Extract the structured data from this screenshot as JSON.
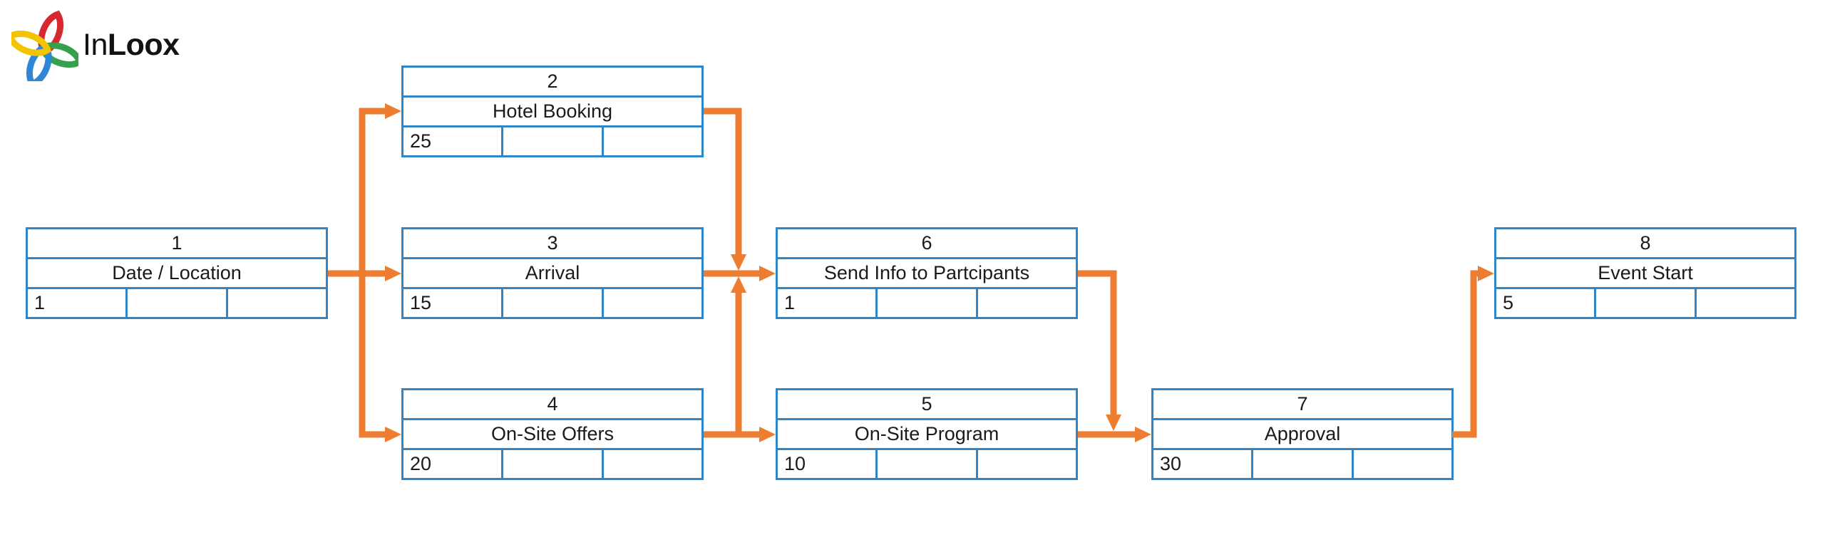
{
  "brand": {
    "prefix": "In",
    "suffix": "Loox",
    "colors": {
      "logo_red": "#d7282f",
      "logo_yellow": "#f2c500",
      "logo_blue": "#2e86d6",
      "logo_green": "#36a14c"
    }
  },
  "diagram": {
    "type": "project-network-diagram",
    "nodes": [
      {
        "id": "1",
        "name": "Date / Location",
        "duration": "1",
        "cell2": "",
        "cell3": ""
      },
      {
        "id": "2",
        "name": "Hotel Booking",
        "duration": "25",
        "cell2": "",
        "cell3": ""
      },
      {
        "id": "3",
        "name": "Arrival",
        "duration": "15",
        "cell2": "",
        "cell3": ""
      },
      {
        "id": "4",
        "name": "On-Site Offers",
        "duration": "20",
        "cell2": "",
        "cell3": ""
      },
      {
        "id": "5",
        "name": "On-Site Program",
        "duration": "10",
        "cell2": "",
        "cell3": ""
      },
      {
        "id": "6",
        "name": "Send Info to Partcipants",
        "duration": "1",
        "cell2": "",
        "cell3": ""
      },
      {
        "id": "7",
        "name": "Approval",
        "duration": "30",
        "cell2": "",
        "cell3": ""
      },
      {
        "id": "8",
        "name": "Event Start",
        "duration": "5",
        "cell2": "",
        "cell3": ""
      }
    ],
    "edges": [
      {
        "from": "1",
        "to": "2"
      },
      {
        "from": "1",
        "to": "3"
      },
      {
        "from": "1",
        "to": "4"
      },
      {
        "from": "2",
        "to": "6"
      },
      {
        "from": "3",
        "to": "6"
      },
      {
        "from": "4",
        "to": "6"
      },
      {
        "from": "4",
        "to": "5"
      },
      {
        "from": "5",
        "to": "7"
      },
      {
        "from": "6",
        "to": "7"
      },
      {
        "from": "7",
        "to": "8"
      }
    ],
    "colors": {
      "node_border": "#2e86c8",
      "connector": "#ed7d31"
    }
  }
}
